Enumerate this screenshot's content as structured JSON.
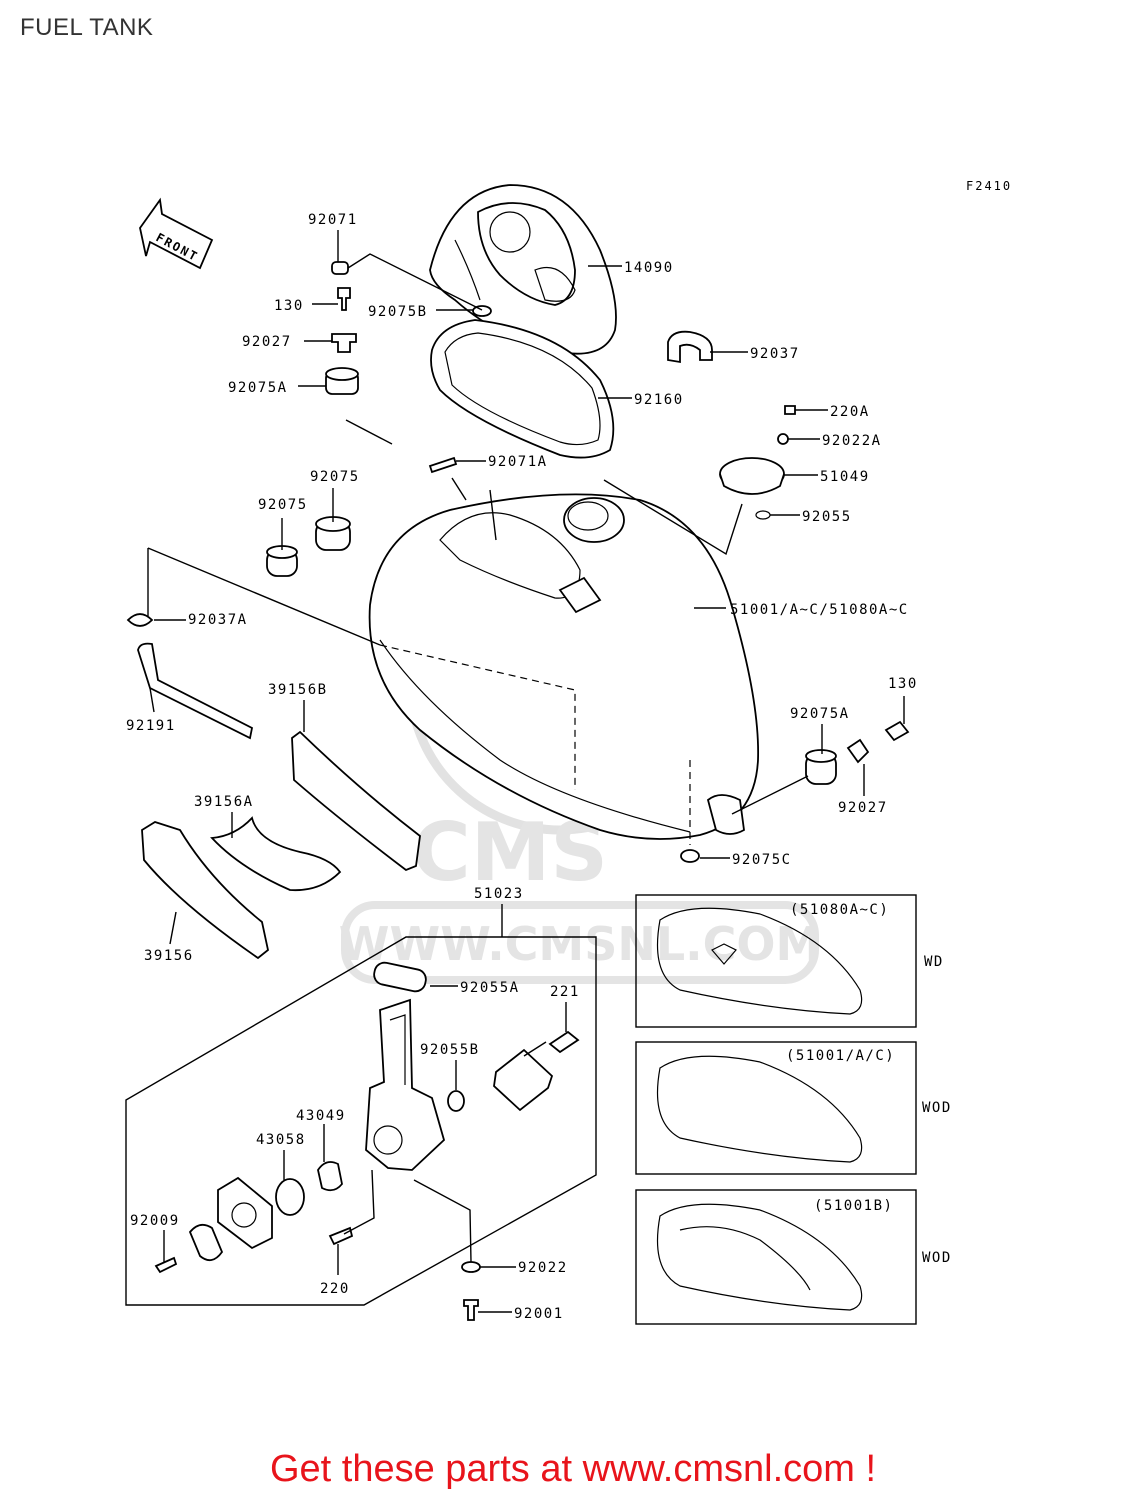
{
  "header": {
    "title": "FUEL TANK"
  },
  "diagram": {
    "figure_code": "F2410",
    "front_label": "FRONT",
    "callouts": [
      {
        "id": "c-92071",
        "text": "92071"
      },
      {
        "id": "c-14090",
        "text": "14090"
      },
      {
        "id": "c-130-top",
        "text": "130"
      },
      {
        "id": "c-92075B",
        "text": "92075B"
      },
      {
        "id": "c-92027-top",
        "text": "92027"
      },
      {
        "id": "c-92037",
        "text": "92037"
      },
      {
        "id": "c-92075A-top",
        "text": "92075A"
      },
      {
        "id": "c-92160",
        "text": "92160"
      },
      {
        "id": "c-220A",
        "text": "220A"
      },
      {
        "id": "c-92022A",
        "text": "92022A"
      },
      {
        "id": "c-92071A",
        "text": "92071A"
      },
      {
        "id": "c-51049",
        "text": "51049"
      },
      {
        "id": "c-92075-a",
        "text": "92075"
      },
      {
        "id": "c-92075-b",
        "text": "92075"
      },
      {
        "id": "c-92055",
        "text": "92055"
      },
      {
        "id": "c-51001",
        "text": "51001/A~C/51080A~C"
      },
      {
        "id": "c-92037A",
        "text": "92037A"
      },
      {
        "id": "c-39156B",
        "text": "39156B"
      },
      {
        "id": "c-130-right",
        "text": "130"
      },
      {
        "id": "c-92191",
        "text": "92191"
      },
      {
        "id": "c-92075A-right",
        "text": "92075A"
      },
      {
        "id": "c-92027-right",
        "text": "92027"
      },
      {
        "id": "c-39156A",
        "text": "39156A"
      },
      {
        "id": "c-92075C",
        "text": "92075C"
      },
      {
        "id": "c-51023",
        "text": "51023"
      },
      {
        "id": "c-39156",
        "text": "39156"
      },
      {
        "id": "c-92055A",
        "text": "92055A"
      },
      {
        "id": "c-221",
        "text": "221"
      },
      {
        "id": "c-92055B",
        "text": "92055B"
      },
      {
        "id": "c-43049",
        "text": "43049"
      },
      {
        "id": "c-43058",
        "text": "43058"
      },
      {
        "id": "c-92009",
        "text": "92009"
      },
      {
        "id": "c-92022",
        "text": "92022"
      },
      {
        "id": "c-220",
        "text": "220"
      },
      {
        "id": "c-92001",
        "text": "92001"
      }
    ],
    "variants": [
      {
        "range": "(51080A~C)",
        "code": "WD"
      },
      {
        "range": "(51001/A/C)",
        "code": "WOD"
      },
      {
        "range": "(51001B)",
        "code": "WOD"
      }
    ]
  },
  "watermark": {
    "text": "WWW.CMSNL.COM",
    "logo": "CMS"
  },
  "footer": {
    "text": "Get these parts at www.cmsnl.com !"
  },
  "colors": {
    "footer_text": "#e8141b",
    "line": "#000000",
    "watermark": "#e2e2e2"
  }
}
